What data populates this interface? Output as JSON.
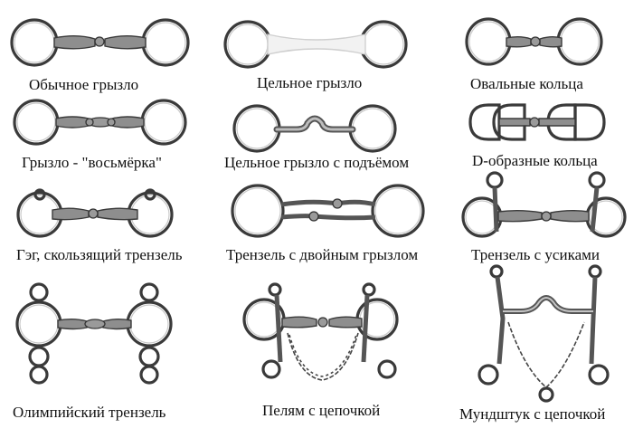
{
  "items": [
    {
      "caption": "Обычное грызло"
    },
    {
      "caption": "Цельное грызло"
    },
    {
      "caption": "Овальные кольца"
    },
    {
      "caption": "Грызло - \"восьмёрка\""
    },
    {
      "caption": "Цельное грызло с подъёмом"
    },
    {
      "caption": "D-образные кольца"
    },
    {
      "caption": "Гэг, скользящий трензель"
    },
    {
      "caption": "Трензель с двойным грызлом"
    },
    {
      "caption": "Трензель с усиками"
    },
    {
      "caption": "Олимпийский трензель"
    },
    {
      "caption": "Пелям с цепочкой"
    },
    {
      "caption": "Мундштук с цепочкой"
    }
  ]
}
